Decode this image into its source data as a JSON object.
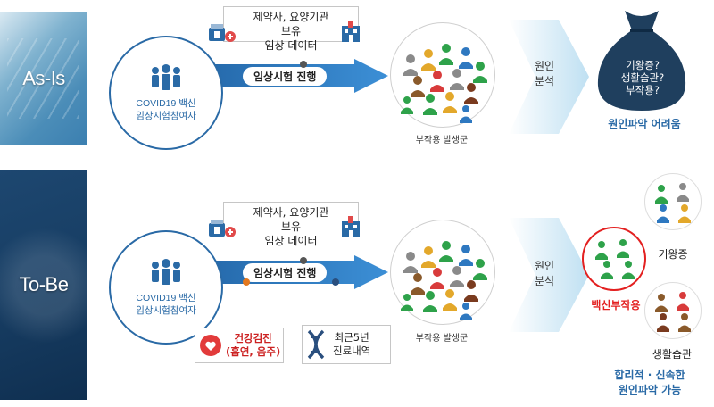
{
  "rows": {
    "asis": {
      "label": "As-Is"
    },
    "tobe": {
      "label": "To-Be"
    }
  },
  "participant": {
    "line1": "COVID19 백신",
    "line2": "임상시험참여자"
  },
  "clinical_data": {
    "line1": "제약사, 요양기관 보유",
    "line2": "임상 데이터"
  },
  "trial_label_asis": "임상시험 진행",
  "trial_label_tobe": "임상시험 진행",
  "crowd_caption": "부작용 발생군",
  "analysis": {
    "line1": "원인",
    "line2": "분석"
  },
  "asis_outcome": {
    "bag_lines": [
      "기왕증?",
      "생활습관?",
      "부작용?"
    ],
    "result": "원인파악 어려움"
  },
  "tobe_sources": {
    "health": {
      "line1": "건강검진",
      "line2": "(흡연, 음주)"
    },
    "records": {
      "line1": "최근5년",
      "line2": "진료내역"
    }
  },
  "tobe_outcome": {
    "vaccine": "백신부작용",
    "preexisting": "기왕증",
    "lifestyle": "생활습관",
    "result_line1": "합리적 · 신속한",
    "result_line2": "원인파악 가능"
  },
  "colors": {
    "blue": "#2a6aa6",
    "arrow_blue": "#2e78c0",
    "red": "#e32020",
    "green": "#2ea24a",
    "bag": "#1f3f5e"
  },
  "icons": [
    "people-icon",
    "medicine-icon",
    "hospital-icon",
    "heart-icon",
    "dna-icon",
    "person-icon",
    "money-bag-icon"
  ]
}
